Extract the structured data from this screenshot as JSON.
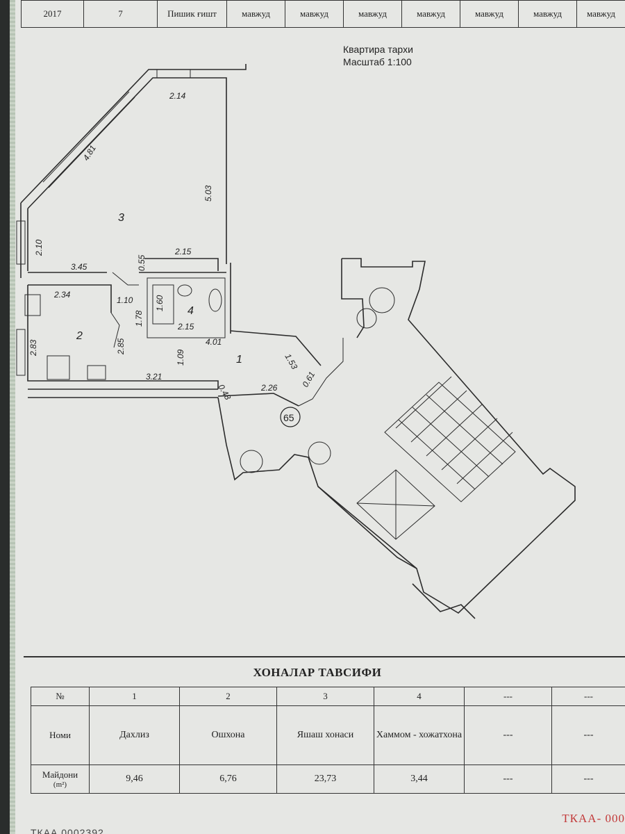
{
  "register": {
    "cells": [
      "2017",
      "7",
      "Пишик ғишт",
      "мавжуд",
      "мавжуд",
      "мавжуд",
      "мавжуд",
      "мавжуд",
      "мавжуд",
      "мавжуд"
    ]
  },
  "plan": {
    "title": "Квартира тархи",
    "scale": "Масштаб 1:100",
    "apartment_no": "65",
    "room_numbers": [
      "1",
      "2",
      "3",
      "4"
    ],
    "dimensions": [
      "2.14",
      "4.81",
      "5.03",
      "2.10",
      "3.45",
      "0.55",
      "2.15",
      "2.34",
      "1.10",
      "1.60",
      "1.78",
      "2.15",
      "4.01",
      "2.83",
      "2.85",
      "1.09",
      "1.53",
      "0.61",
      "3.21",
      "0.48",
      "2.26"
    ]
  },
  "rooms": {
    "title": "ХОНАЛАР ТАВСИФИ",
    "header_no": "№",
    "header_name": "Номи",
    "header_area": "Майдони",
    "header_area_unit": "(m²)",
    "columns": [
      {
        "no": "1",
        "name": "Дахлиз",
        "area": "9,46"
      },
      {
        "no": "2",
        "name": "Ошхона",
        "area": "6,76"
      },
      {
        "no": "3",
        "name": "Яшаш хонаси",
        "area": "23,73"
      },
      {
        "no": "4",
        "name": "Хаммом - хожатхона",
        "area": "3,44"
      },
      {
        "no": "---",
        "name": "---",
        "area": "---"
      },
      {
        "no": "---",
        "name": "---",
        "area": "---"
      }
    ]
  },
  "stamp": {
    "right": "ТКАА-  000",
    "bottom": "ТКАА 0002392"
  }
}
